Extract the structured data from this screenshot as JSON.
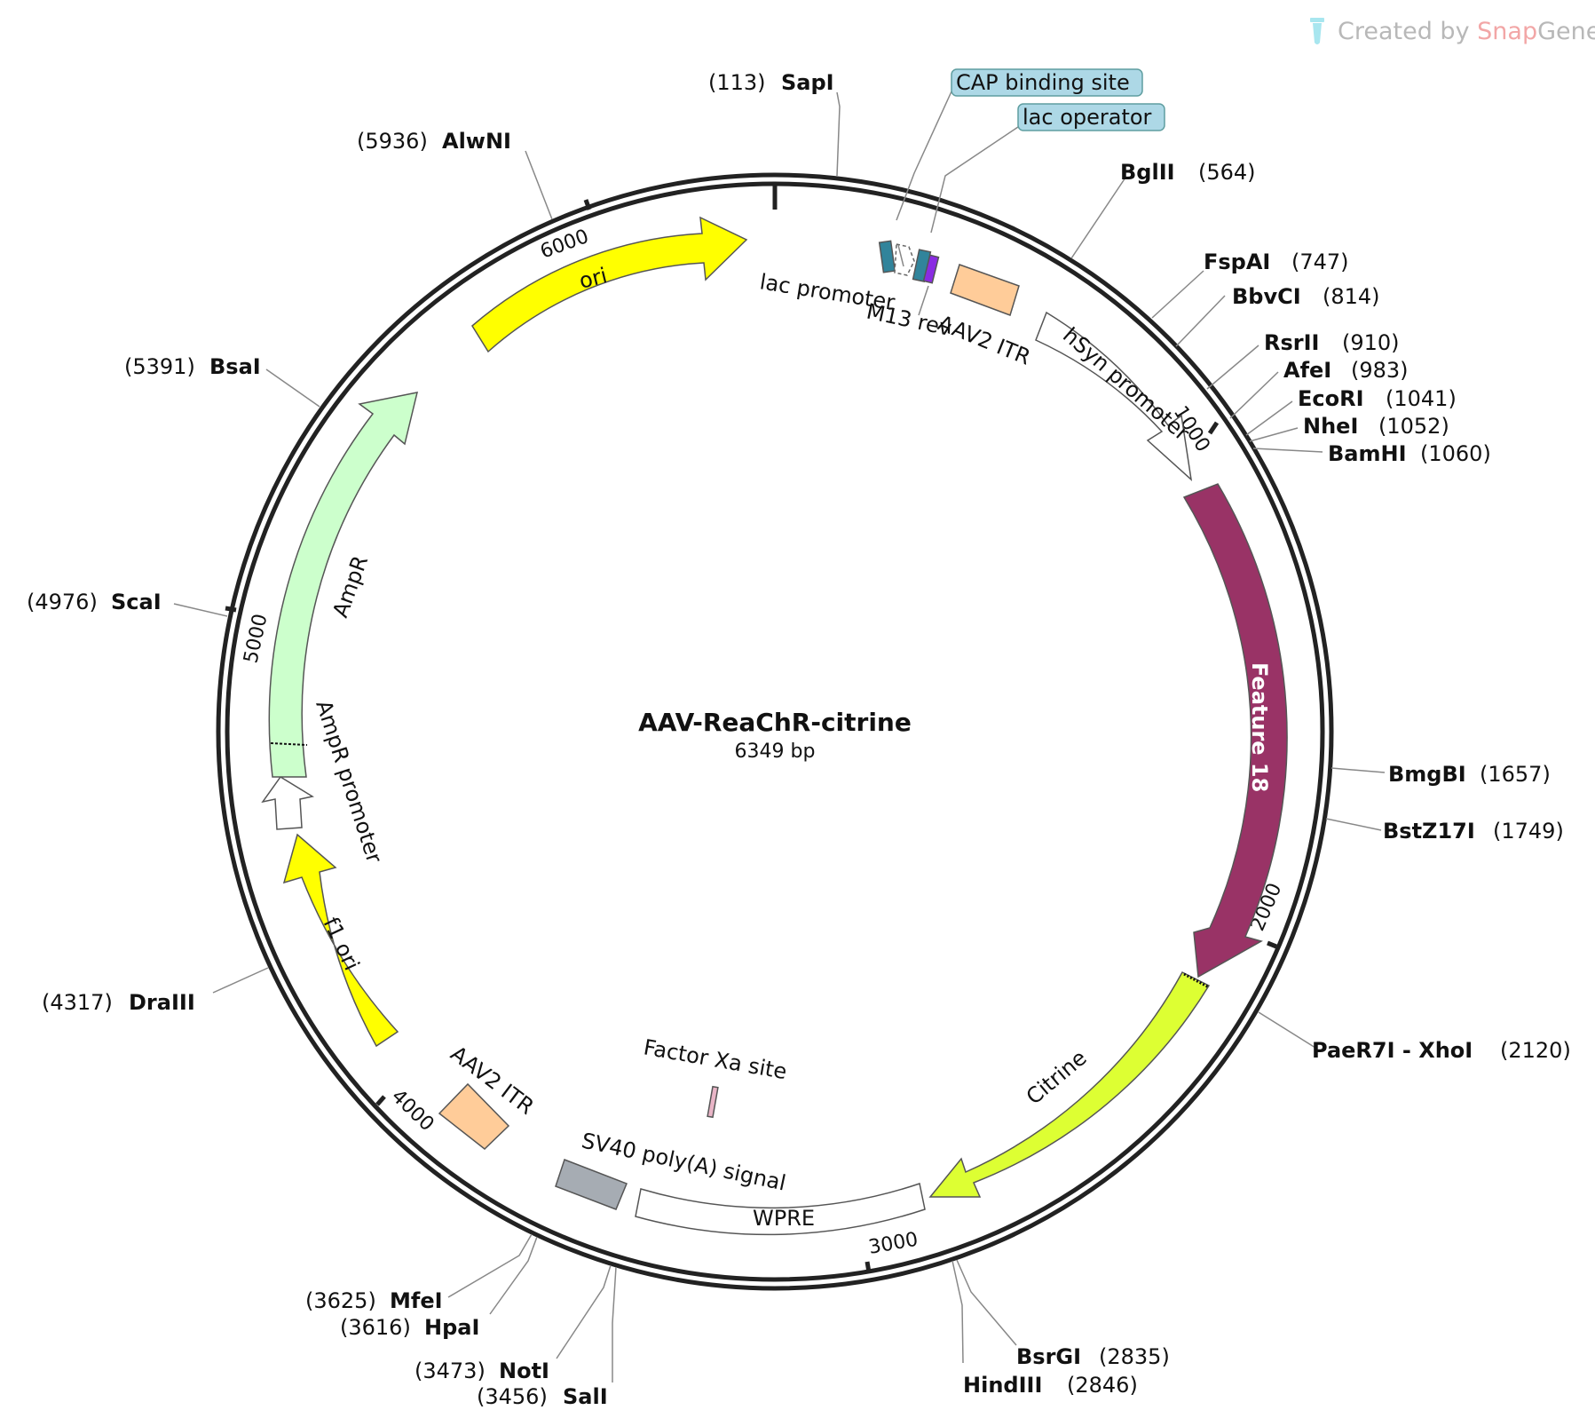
{
  "watermark": {
    "prefix": "Created by",
    "brand_snap": "Snap",
    "brand_gene": "Gene"
  },
  "plasmid": {
    "name": "AAV-ReaChR-citrine",
    "size_label": "6349 bp",
    "length": 6349
  },
  "colors": {
    "ori": "#ffff00",
    "AmpR": "#ccffcc",
    "feature18": "#993366",
    "citrine": "#ddff33",
    "itr": "#ffcc99",
    "sv40": "#a6acb3",
    "lac": "#31849b",
    "cap_label_bg": "#add8e6",
    "backbone": "#222222",
    "open_feature": "#ffffff"
  },
  "ticks": [
    "1000",
    "2000",
    "3000",
    "4000",
    "5000",
    "6000"
  ],
  "sites": [
    {
      "pos": "(113)",
      "name": "SapI"
    },
    {
      "pos": "(564)",
      "name": "BglII"
    },
    {
      "pos": "(747)",
      "name": "FspAI"
    },
    {
      "pos": "(814)",
      "name": "BbvCI"
    },
    {
      "pos": "(910)",
      "name": "RsrII"
    },
    {
      "pos": "(983)",
      "name": "AfeI"
    },
    {
      "pos": "(1041)",
      "name": "EcoRI"
    },
    {
      "pos": "(1052)",
      "name": "NheI"
    },
    {
      "pos": "(1060)",
      "name": "BamHI"
    },
    {
      "pos": "(1657)",
      "name": "BmgBI"
    },
    {
      "pos": "(1749)",
      "name": "BstZ17I"
    },
    {
      "pos": "(2120)",
      "name": "PaeR7I - XhoI"
    },
    {
      "pos": "(2835)",
      "name": "BsrGI"
    },
    {
      "pos": "(2846)",
      "name": "HindIII"
    },
    {
      "pos": "(3456)",
      "name": "SalI"
    },
    {
      "pos": "(3473)",
      "name": "NotI"
    },
    {
      "pos": "(3616)",
      "name": "HpaI"
    },
    {
      "pos": "(3625)",
      "name": "MfeI"
    },
    {
      "pos": "(4317)",
      "name": "DraIII"
    },
    {
      "pos": "(4976)",
      "name": "ScaI"
    },
    {
      "pos": "(5391)",
      "name": "BsaI"
    },
    {
      "pos": "(5936)",
      "name": "AlwNI"
    }
  ],
  "features": {
    "ori": "ori",
    "lac_promoter": "lac promoter",
    "m13_rev": "M13 rev",
    "aav2_itr_top": "AAV2 ITR",
    "hsyn_promoter": "hSyn promoter",
    "feature18": "Feature 18",
    "citrine": "Citrine",
    "wpre": "WPRE",
    "sv40": "SV40 poly(A) signal",
    "factor_xa": "Factor Xa site",
    "aav2_itr_bottom": "AAV2 ITR",
    "f1_ori": "f1 ori",
    "ampr_promoter": "AmpR promoter",
    "ampr": "AmpR",
    "cap_binding": "CAP binding site",
    "lac_operator": "lac operator"
  }
}
